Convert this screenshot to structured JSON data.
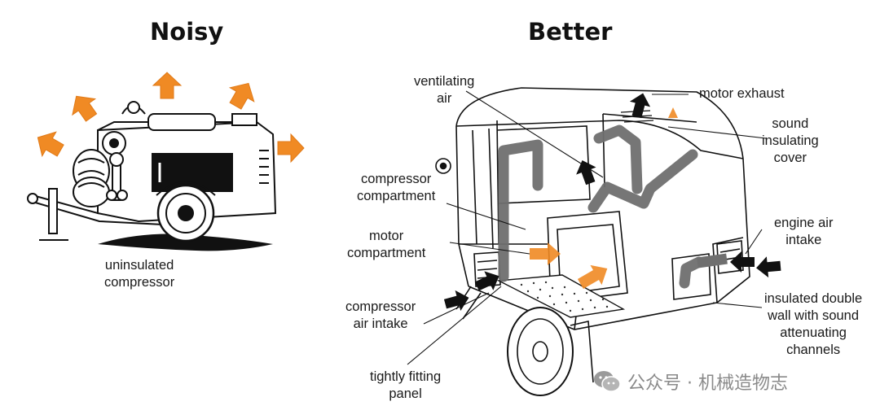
{
  "titles": {
    "noisy": "Noisy",
    "better": "Better"
  },
  "labels": {
    "uninsulated": "uninsulated\ncompressor",
    "ventilating": "ventilating\nair",
    "motor_exhaust": "motor exhaust",
    "sound_cover": "sound\ninsulating\ncover",
    "compressor_compartment": "compressor\ncompartment",
    "engine_intake": "engine air\nintake",
    "motor_compartment": "motor\ncompartment",
    "insulated_wall": "insulated double\nwall with sound\nattenuating\nchannels",
    "compressor_intake": "compressor\nair intake",
    "panel": "tightly fitting\npanel"
  },
  "watermark": {
    "text": "公众号 · 机械造物志"
  },
  "colors": {
    "noise_arrow": "#f08a24",
    "airflow_band": "#6f6f6f",
    "outline": "#111111"
  }
}
